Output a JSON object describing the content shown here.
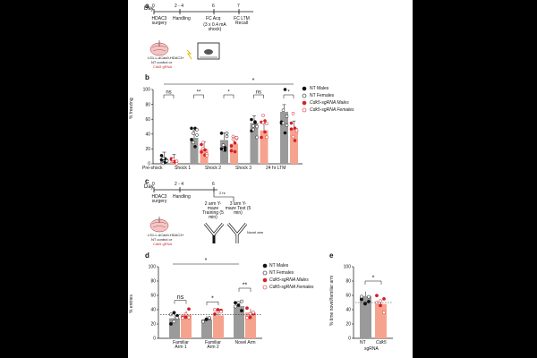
{
  "panels": {
    "a": "a",
    "b": "b",
    "c": "c",
    "d": "d",
    "e": "e"
  },
  "timeline_a": {
    "day_label": "Day",
    "ticks": [
      "0",
      "2 - 4",
      "6",
      "7"
    ],
    "events": [
      "HDAC3 surgery",
      "Handling",
      "FC Acq",
      "(3 x 0.4 mA shock)",
      "FC LTM Recall"
    ],
    "injection": "LS1-L-dCas9-HDAC3+",
    "control": "NT control or",
    "grna": "Cdk5 gRNA"
  },
  "timeline_c": {
    "day_label": "Day",
    "ticks": [
      "0",
      "2 - 4",
      "6"
    ],
    "events": [
      "HDAC3 surgery",
      "Handling",
      "2 arm Y-maze Training (5 min)",
      "3 arm Y-maze Test (5 min)",
      "2 hr"
    ],
    "novel": "Novel arm",
    "injection": "LS1-L-dCas9-HDAC3+",
    "control": "NT control or",
    "grna": "Cdk5 gRNA"
  },
  "legend_b": [
    "NT Males",
    "NT Females",
    "Cdk5-sgRNA Males",
    "Cdk5-sgRNA Females"
  ],
  "legend_d": [
    "NT Males",
    "NT Females",
    "Cdk5-sgRNA Males",
    "Cdk5-sgRNA Females"
  ],
  "colors": {
    "nt_bar": "#9a9a9a",
    "cdk5_bar": "#f5a38f",
    "cdk5_marker": "#d61f26",
    "nt_marker": "#111111"
  },
  "chart_data": [
    {
      "id": "b",
      "type": "bar",
      "ylabel": "% freezing",
      "ylim": [
        0,
        100
      ],
      "yticks": [
        "0",
        "20",
        "40",
        "60",
        "80",
        "100"
      ],
      "categories": [
        "Pre-shock",
        "Shock 1",
        "Shock 2",
        "Shock 3",
        "24 hr LTM"
      ],
      "series": [
        {
          "name": "NT",
          "values": [
            6,
            35,
            32,
            55,
            70
          ]
        },
        {
          "name": "Cdk5-sgRNA",
          "values": [
            3,
            20,
            27,
            45,
            48
          ]
        }
      ],
      "significance": [
        "ns",
        "**",
        "*",
        "ns",
        "*"
      ],
      "overall": "*"
    },
    {
      "id": "d",
      "type": "bar",
      "ylabel": "% entries",
      "ylim": [
        0,
        100
      ],
      "yticks": [
        "0",
        "20",
        "40",
        "60",
        "80",
        "100"
      ],
      "categories": [
        "Familiar Arm 1",
        "Familiar Arm 2",
        "Novel Arm"
      ],
      "series": [
        {
          "name": "NT",
          "values": [
            28,
            26,
            45
          ]
        },
        {
          "name": "Cdk5-sgRNA",
          "values": [
            33,
            32,
            36
          ]
        }
      ],
      "chance": 33,
      "significance": [
        "ns",
        "*",
        "**"
      ],
      "overall": "*"
    },
    {
      "id": "e",
      "type": "bar",
      "ylabel": "% time novel/familiar arm",
      "ylim": [
        0,
        100
      ],
      "yticks": [
        "0",
        "20",
        "40",
        "60",
        "80",
        "100"
      ],
      "categories": [
        "NT",
        "Cdk5"
      ],
      "xlabel": "sgRNA",
      "values": [
        59,
        48
      ],
      "chance": 50,
      "significance": "*"
    }
  ]
}
